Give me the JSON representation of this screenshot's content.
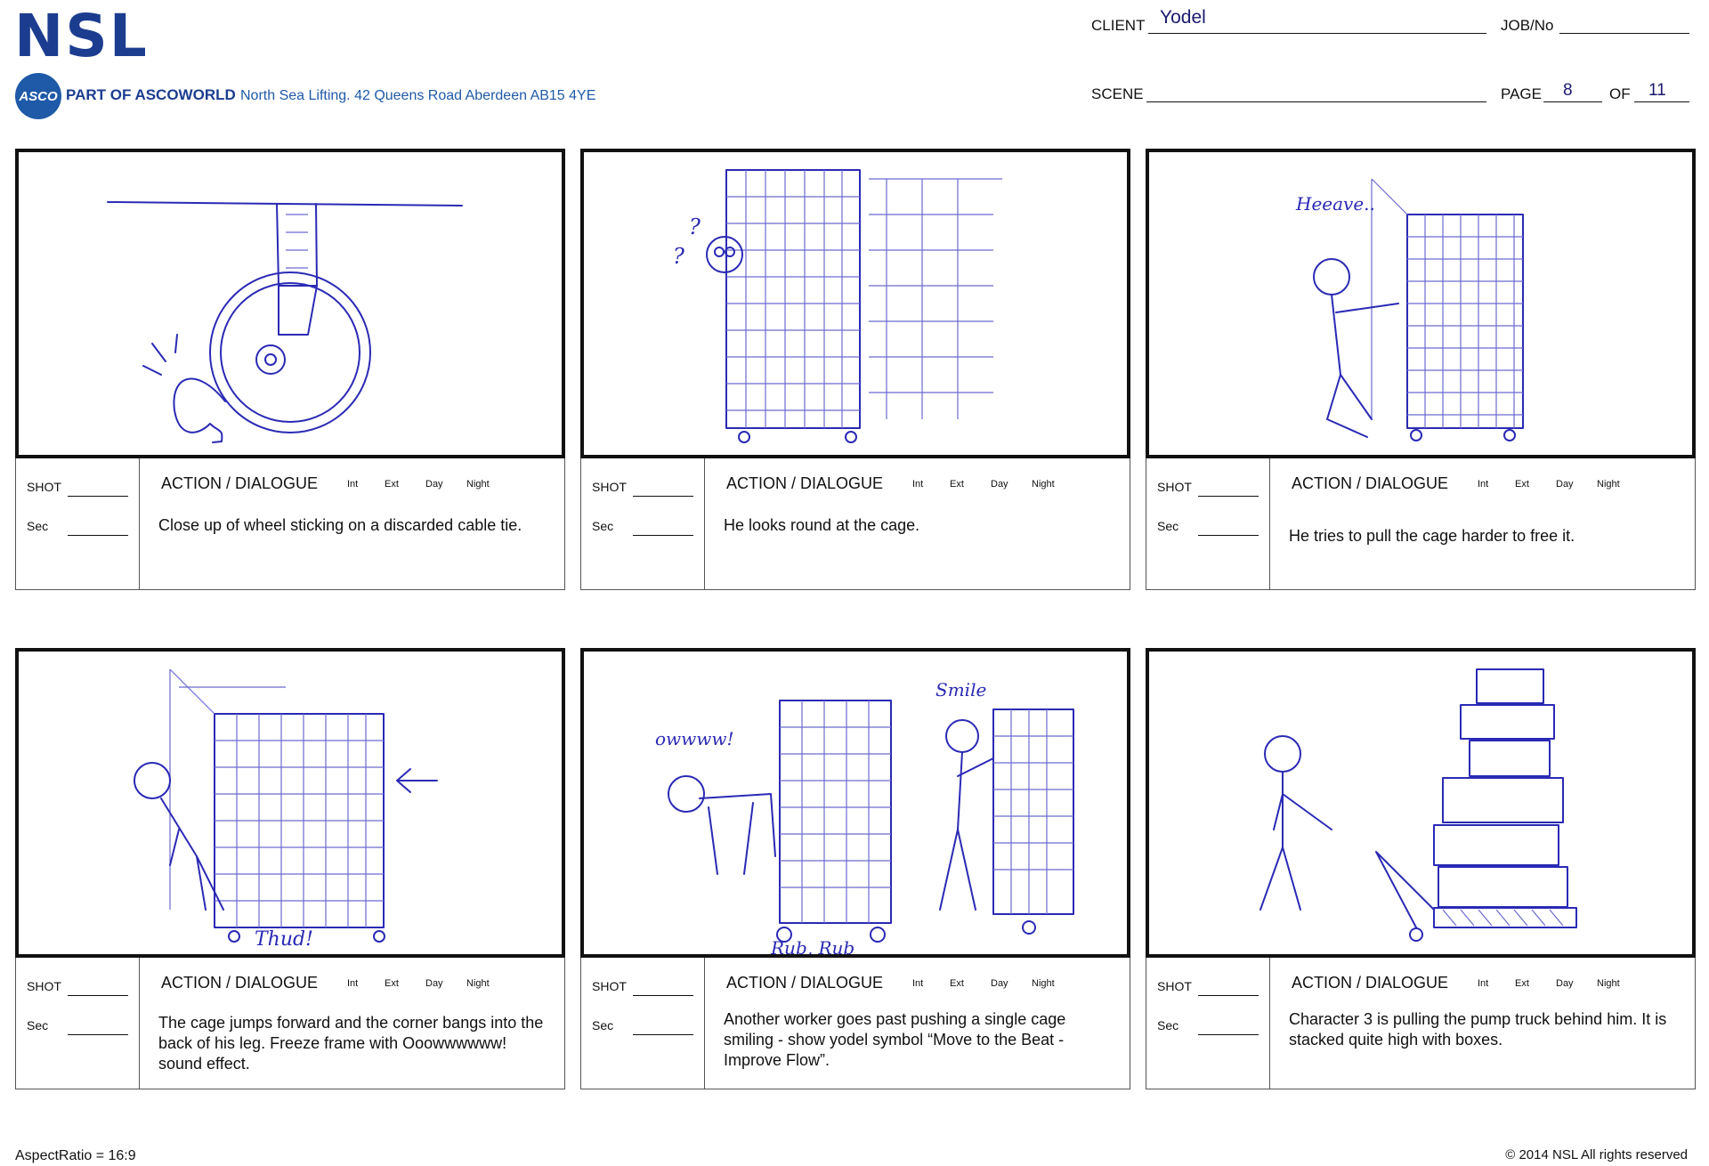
{
  "header": {
    "logo": "NSL",
    "asco_badge": "ASCO",
    "asco_tagline": "PART OF ASCOWORLD",
    "address": "North Sea Lifting. 42 Queens Road Aberdeen AB15 4YE",
    "client_label": "CLIENT",
    "client_value": "Yodel",
    "job_label": "JOB/No",
    "job_value": "",
    "scene_label": "SCENE",
    "scene_value": "",
    "page_label": "PAGE",
    "page_value": "8",
    "of_label": "OF",
    "of_value": "11"
  },
  "panel_labels": {
    "shot": "SHOT",
    "sec": "Sec",
    "action": "ACTION / DIALOGUE",
    "int": "Int",
    "ext": "Ext",
    "day": "Day",
    "night": "Night"
  },
  "panels": [
    {
      "description": "Close up of wheel sticking on a discarded cable tie.",
      "sketch": "wheel-sketch"
    },
    {
      "description": "He looks round at the cage.",
      "sketch": "cage-peek-sketch"
    },
    {
      "description": "He tries to pull the cage harder to free it.",
      "sketch": "pull-cage-sketch"
    },
    {
      "description": "The cage jumps forward and the corner bangs into the back of his leg.  Freeze frame with Ooowwwwww! sound effect.",
      "sketch": "thud-sketch"
    },
    {
      "description": "Another worker goes past pushing a single cage smiling - show yodel symbol “Move to the Beat - Improve Flow”.",
      "sketch": "smile-sketch"
    },
    {
      "description": "Character 3 is pulling the pump truck behind him.  It is stacked quite high with boxes.",
      "sketch": "pump-truck-sketch"
    }
  ],
  "sketch_text": {
    "heave": "Heeave..",
    "q1": "?",
    "q2": "?",
    "thud": "Thud!",
    "owww": "owwww!",
    "smile": "Smile",
    "rub": "Rub, Rub"
  },
  "footer": {
    "aspect": "AspectRatio = 16:9",
    "copyright": "© 2014 NSL All rights reserved"
  },
  "colors": {
    "brand": "#1c3d8f",
    "sketch_ink": "#2a2ab5"
  }
}
